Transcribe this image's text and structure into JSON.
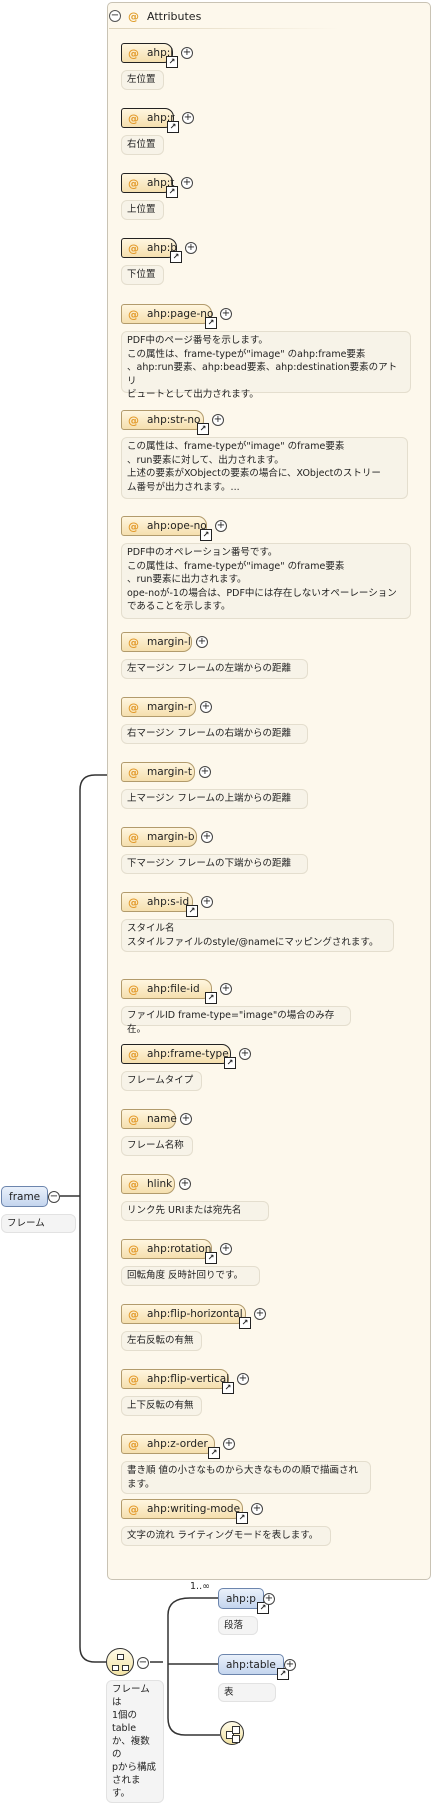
{
  "attributes_panel": {
    "title": "Attributes",
    "at_symbol": "@",
    "collapse_symbol": "−"
  },
  "attributes": [
    {
      "name": "ahp:l",
      "required": true,
      "link": true,
      "doc": "左位置"
    },
    {
      "name": "ahp:r",
      "required": true,
      "link": true,
      "doc": "右位置"
    },
    {
      "name": "ahp:t",
      "required": true,
      "link": true,
      "doc": "上位置"
    },
    {
      "name": "ahp:b",
      "required": true,
      "link": true,
      "doc": "下位置"
    },
    {
      "name": "ahp:page-no",
      "required": false,
      "link": true,
      "doc": "PDF中のページ番号を示します。\nこの属性は、frame-typeが\"image\" のahp:frame要素\n、ahp:run要素、ahp:bead要素、ahp:destination要素のアトリ\nビュートとして出力されます。"
    },
    {
      "name": "ahp:str-no",
      "required": false,
      "link": true,
      "doc": "この属性は、frame-typeが\"image\" のframe要素\n、run要素に対して、出力されます。\n上述の要素がXObjectの要素の場合に、XObjectのストリー\nム番号が出力されます。..."
    },
    {
      "name": "ahp:ope-no",
      "required": false,
      "link": true,
      "doc": "PDF中のオペレーション番号です。\nこの属性は、frame-typeが\"image\" のframe要素\n、run要素に出力されます。\nope-noが-1の場合は、PDF中には存在しないオペーレーション\nであることを示します。"
    },
    {
      "name": "margin-l",
      "required": false,
      "link": false,
      "doc": "左マージン フレームの左端からの距離"
    },
    {
      "name": "margin-r",
      "required": false,
      "link": false,
      "doc": "右マージン フレームの右端からの距離"
    },
    {
      "name": "margin-t",
      "required": false,
      "link": false,
      "doc": "上マージン フレームの上端からの距離"
    },
    {
      "name": "margin-b",
      "required": false,
      "link": false,
      "doc": "下マージン フレームの下端からの距離"
    },
    {
      "name": "ahp:s-id",
      "required": false,
      "link": true,
      "doc": "スタイル名\nスタイルファイルのstyle/@nameにマッピングされます。"
    },
    {
      "name": "ahp:file-id",
      "required": false,
      "link": true,
      "doc": "ファイルID frame-type=\"image\"の場合のみ存在。"
    },
    {
      "name": "ahp:frame-type",
      "required": true,
      "link": true,
      "doc": "フレームタイプ"
    },
    {
      "name": "name",
      "required": false,
      "link": false,
      "doc": "フレーム名称"
    },
    {
      "name": "hlink",
      "required": false,
      "link": false,
      "doc": "リンク先 URIまたは宛先名"
    },
    {
      "name": "ahp:rotation",
      "required": false,
      "link": true,
      "doc": "回転角度 反時計回りです。"
    },
    {
      "name": "ahp:flip-horizontal",
      "required": false,
      "link": true,
      "doc": "左右反転の有無"
    },
    {
      "name": "ahp:flip-vertical",
      "required": false,
      "link": true,
      "doc": "上下反転の有無"
    },
    {
      "name": "ahp:z-order",
      "required": false,
      "link": true,
      "doc": "書き順 値の小さなものから大きなものの順で描画されます。"
    },
    {
      "name": "ahp:writing-mode",
      "required": false,
      "link": true,
      "doc": "文字の流れ ライティングモードを表します。"
    }
  ],
  "frame": {
    "name": "frame",
    "doc": "フレーム"
  },
  "sequence": {
    "doc": "フレームは\n1個のtable\nか、複数の\npから構成\nされます。"
  },
  "children": [
    {
      "name": "ahp:p",
      "multiplicity": "1..∞",
      "doc": "段落"
    },
    {
      "name": "ahp:table",
      "multiplicity": "",
      "doc": "表"
    }
  ]
}
